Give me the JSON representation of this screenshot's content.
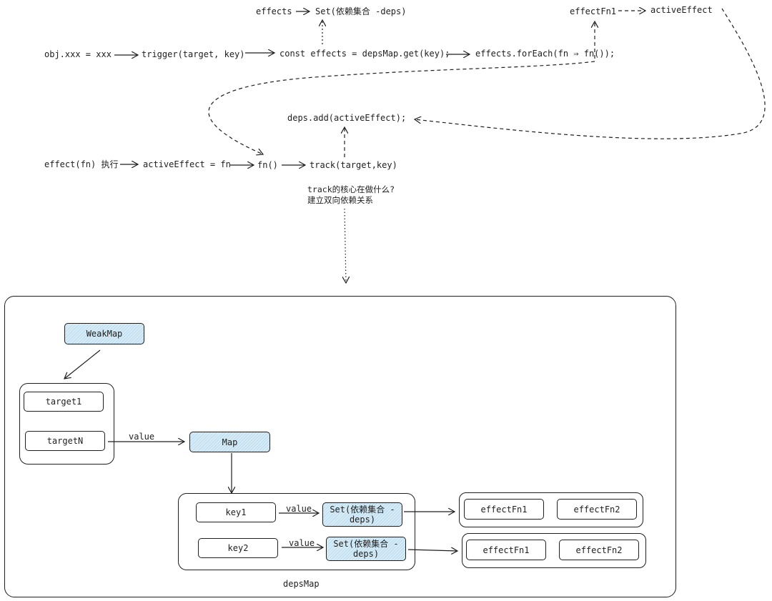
{
  "flow": {
    "row0_effects": "effects",
    "row0_set": "Set(依赖集合 -deps)",
    "row0_effectfn1": "effectFn1",
    "row0_activeeffect": "activeEffect",
    "row1_assign": "obj.xxx = xxx",
    "row1_trigger": "trigger(target, key)",
    "row1_const": "const effects = depsMap.get(key);",
    "row1_foreach": "effects.forEach(fn ⇒ fn());",
    "row2_depsadd": "deps.add(activeEffect);",
    "row3_effect": "effect(fn) 执行",
    "row3_active": "activeEffect = fn",
    "row3_fn": "fn()",
    "row3_track": "track(target,key)",
    "note_line1": "track的核心在做什么?",
    "note_line2": "建立双向依赖关系"
  },
  "structure": {
    "weakmap": "WeakMap",
    "target1": "target1",
    "targetN": "targetN",
    "value1": "value",
    "map": "Map",
    "key1": "key1",
    "key2": "key2",
    "value2": "value",
    "value3": "value",
    "set1_line1": "Set(依赖集合 -",
    "set1_line2": "deps)",
    "set2_line1": "Set(依赖集合 -",
    "set2_line2": "deps)",
    "fn_a1": "effectFn1",
    "fn_a2": "effectFn2",
    "fn_b1": "effectFn1",
    "fn_b2": "effectFn2",
    "depsmap_label": "depsMap"
  },
  "colors": {
    "stroke": "#1e1e1e",
    "hatch_fill": "#d8ecf7"
  }
}
